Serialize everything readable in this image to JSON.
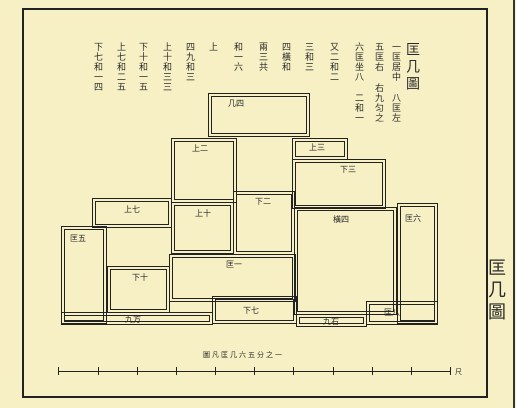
{
  "title": "匡几圖",
  "instructions": [
    "一匡居中 八匡左",
    "五匡右 右九匀之",
    "六匡坐八 二和一",
    "又二和二",
    "三和三",
    "四橫和",
    "兩三共",
    "和一六",
    "上",
    "四九和三",
    "上十和三三",
    "下十和一五",
    "上七和二五",
    "下七和一四"
  ],
  "blocks": {
    "ji4": "几四",
    "shang2": "上二",
    "shang3": "上三",
    "xia3": "下三",
    "shang7": "上七",
    "shang10": "上十",
    "xia2": "下二",
    "heng4": "橫四",
    "kuang6": "匡六",
    "kuang5": "匡五",
    "kuang1": "匡一",
    "xia10": "下十",
    "xia7": "下七",
    "jiu6": "九方",
    "jiu5": "九右",
    "kuang8": "匡八"
  },
  "scale": {
    "caption": "圖凡匡几六五分之一",
    "end_label": "尺"
  },
  "side_text": "匡几圖"
}
